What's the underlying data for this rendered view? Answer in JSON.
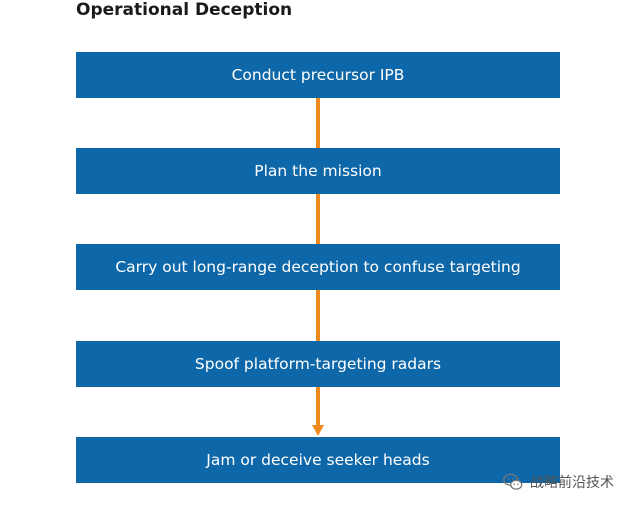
{
  "title": "Operational Deception",
  "steps": [
    "Conduct precursor IPB",
    "Plan the mission",
    "Carry out long-range deception to confuse targeting",
    "Spoof platform-targeting radars",
    "Jam or deceive seeker heads"
  ],
  "colors": {
    "box": "#0e67a8",
    "arrow": "#f08a1d",
    "text": "#ffffff"
  },
  "watermark": {
    "icon": "wechat-icon",
    "text": "战略前沿技术"
  }
}
